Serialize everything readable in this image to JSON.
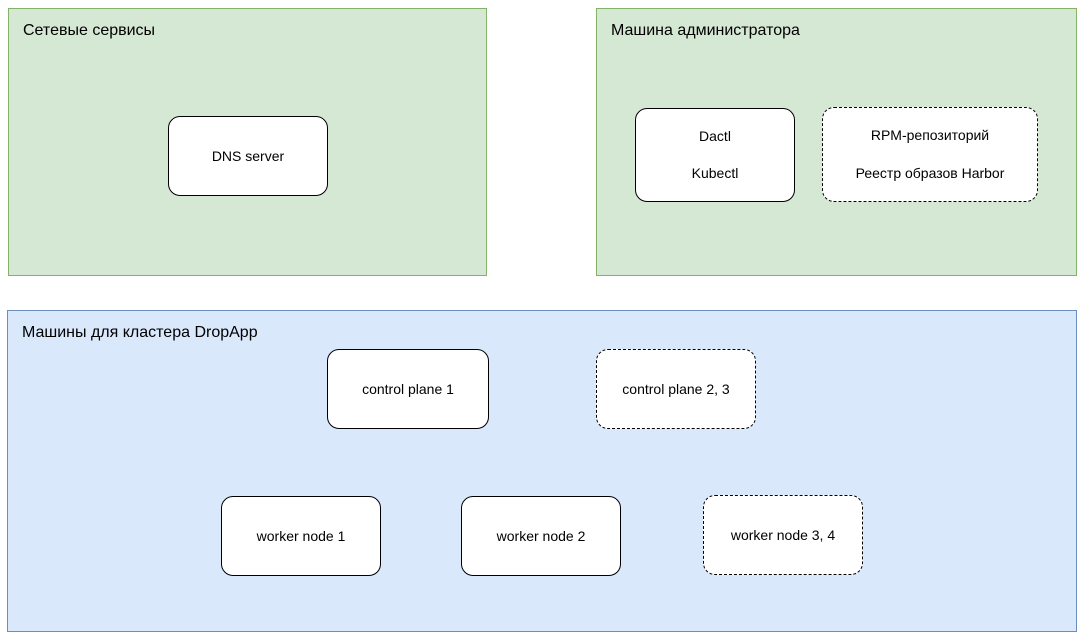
{
  "diagram": {
    "colors": {
      "green_container_fill": "#d5e8d4",
      "green_container_border": "#82b366",
      "blue_container_fill": "#dae8fc",
      "blue_container_border": "#6c8ebf",
      "node_fill": "#ffffff",
      "node_border": "#000000",
      "text": "#000000"
    },
    "containers": [
      {
        "id": "network-services",
        "title": "Сетевые сервисы",
        "color": "green"
      },
      {
        "id": "admin-machine",
        "title": "Машина администратора",
        "color": "green"
      },
      {
        "id": "dropapp-cluster",
        "title": "Машины для кластера DropApp",
        "color": "blue"
      }
    ],
    "nodes": [
      {
        "id": "dns-server",
        "label": "DNS server",
        "border_style": "solid",
        "container": "network-services"
      },
      {
        "id": "dactl-kubectl",
        "label": "Dactl\n\nKubectl",
        "border_style": "solid",
        "container": "admin-machine"
      },
      {
        "id": "rpm-harbor",
        "label": "RPM-репозиторий\n\nРеестр образов Harbor",
        "border_style": "dashed",
        "container": "admin-machine"
      },
      {
        "id": "control-plane-1",
        "label": "control plane 1",
        "border_style": "solid",
        "container": "dropapp-cluster"
      },
      {
        "id": "control-plane-2-3",
        "label": "control plane 2, 3",
        "border_style": "dashed",
        "container": "dropapp-cluster"
      },
      {
        "id": "worker-node-1",
        "label": "worker node 1",
        "border_style": "solid",
        "container": "dropapp-cluster"
      },
      {
        "id": "worker-node-2",
        "label": "worker node 2",
        "border_style": "solid",
        "container": "dropapp-cluster"
      },
      {
        "id": "worker-node-3-4",
        "label": "worker node 3, 4",
        "border_style": "dashed",
        "container": "dropapp-cluster"
      }
    ]
  }
}
